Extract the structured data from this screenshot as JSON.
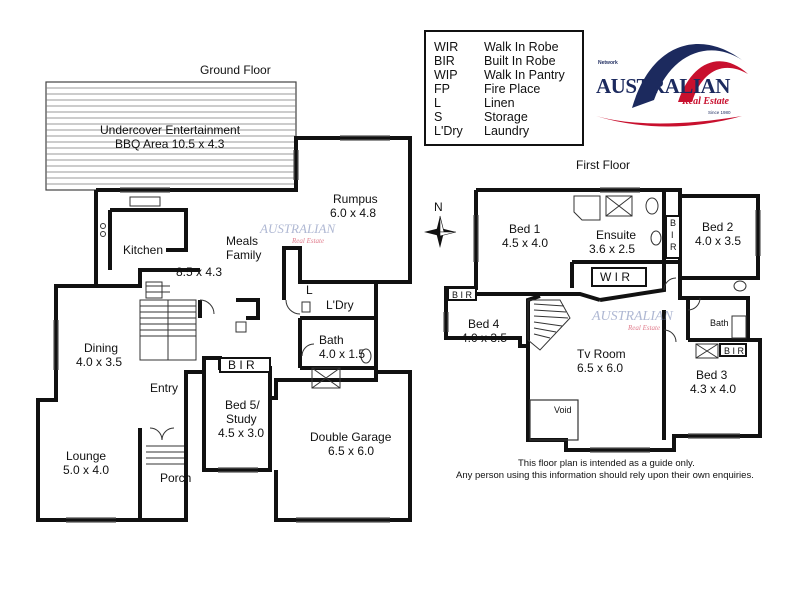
{
  "titles": {
    "ground_floor": "Ground Floor",
    "first_floor": "First Floor"
  },
  "legend": [
    {
      "abbr": "WIR",
      "meaning": "Walk In Robe"
    },
    {
      "abbr": "BIR",
      "meaning": "Built In Robe"
    },
    {
      "abbr": "WIP",
      "meaning": "Walk In Pantry"
    },
    {
      "abbr": "FP",
      "meaning": "Fire Place"
    },
    {
      "abbr": "L",
      "meaning": "Linen"
    },
    {
      "abbr": "S",
      "meaning": "Storage"
    },
    {
      "abbr": "L'Dry",
      "meaning": "Laundry"
    }
  ],
  "logo": {
    "network": "Network",
    "main": "AUSTRALIAN",
    "sub": "Real Estate",
    "since": "Since 1980"
  },
  "watermark": {
    "main": "AUSTRALIAN",
    "sub": "Real Estate"
  },
  "ground_rooms": {
    "undercover_name": "Undercover Entertainment",
    "undercover_dims": "BBQ Area 10.5 x 4.3",
    "rumpus_name": "Rumpus",
    "rumpus_dims": "6.0 x 4.8",
    "kitchen_name": "Kitchen",
    "meals_name": "Meals",
    "family_name": "Family",
    "meals_dims": "8.5 x 4.3",
    "laundry_name": "L'Dry",
    "dining_name": "Dining",
    "dining_dims": "4.0 x 3.5",
    "bath_name": "Bath",
    "bath_dims": "4.0 x 1.5",
    "bir_label": "B I R",
    "entry_name": "Entry",
    "bed5_name": "Bed 5/",
    "bed5_name2": "Study",
    "bed5_dims": "4.5 x 3.0",
    "lounge_name": "Lounge",
    "lounge_dims": "5.0 x 4.0",
    "garage_name": "Double Garage",
    "garage_dims": "6.5 x 6.0",
    "porch_name": "Porch",
    "linen_mark": "L"
  },
  "first_rooms": {
    "bed1_name": "Bed 1",
    "bed1_dims": "4.5 x 4.0",
    "ensuite_name": "Ensuite",
    "ensuite_dims": "3.6 x 2.5",
    "wir_label": "W I R",
    "bir_left": "B I R",
    "bir_vertical": "B I R",
    "bed2_name": "Bed 2",
    "bed2_dims": "4.0 x 3.5",
    "bed4_name": "Bed 4",
    "bed4_dims": "4.0 x 3.5",
    "tv_name": "Tv Room",
    "tv_dims": "6.5 x 6.0",
    "bath_name": "Bath",
    "bir_bath": "B I R",
    "bed3_name": "Bed 3",
    "bed3_dims": "4.3 x 4.0",
    "void_label": "Void"
  },
  "compass_label": "N",
  "disclaimer": [
    "This floor plan is intended as a guide only.",
    "Any person using this information should rely upon their own enquiries."
  ],
  "colors": {
    "wall": "#111111",
    "logo_blue": "#1c2a5e",
    "logo_red": "#c8102e",
    "watermark_blue": "#6f7fb0"
  }
}
